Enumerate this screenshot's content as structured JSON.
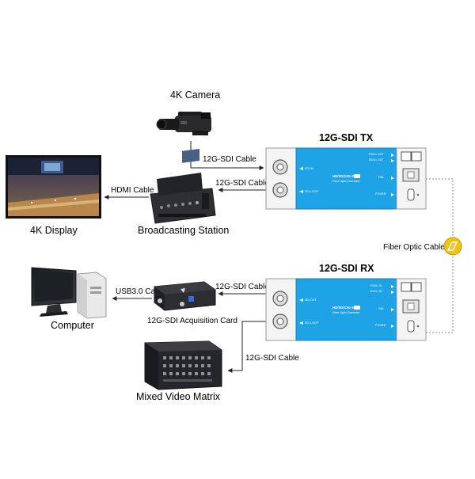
{
  "devices": {
    "camera": "4K Camera",
    "display": "4K Display",
    "station": "Broadcasting Station",
    "computer": "Computer",
    "capture_card": "12G-SDI Acquisition Card",
    "matrix": "Mixed Video Matrix"
  },
  "converters": {
    "tx": {
      "title": "12G-SDI TX",
      "port_in": "SDI IN",
      "port_loop": "SDI LOOP",
      "led_1": "RUN○  OUT",
      "led_2": "RUN○  OUT",
      "led_3": "FAIL",
      "led_4": "POWER",
      "model": "HD/3G/12G-SDI",
      "subtitle": "Fiber Optic Converter"
    },
    "rx": {
      "title": "12G-SDI RX",
      "port_out": "SDI OUT",
      "port_loop": "SDI LOOP",
      "led_1": "RUN○  IN",
      "led_2": "RUN○  IN",
      "led_3": "FAIL",
      "led_4": "POWER",
      "model": "HD/3G/12G-SDI",
      "subtitle": "Fiber Optic Converter"
    }
  },
  "cables": {
    "camera_to_tx": "12G-SDI Cable",
    "tx_to_station": "12G-SDI Cable",
    "station_to_display": "HDMI Cable",
    "fiber": "Fiber Optic Cable",
    "rx_to_card": "12G-SDI Cable",
    "card_to_computer": "USB3.0 Cable",
    "rx_to_matrix": "12G-SDI Cable"
  },
  "colors": {
    "converter_blue": "#1ea3e6",
    "fiber_line": "#8a8a8a",
    "fiber_badge": "#f2c21a",
    "device_dark": "#2b2d31"
  }
}
